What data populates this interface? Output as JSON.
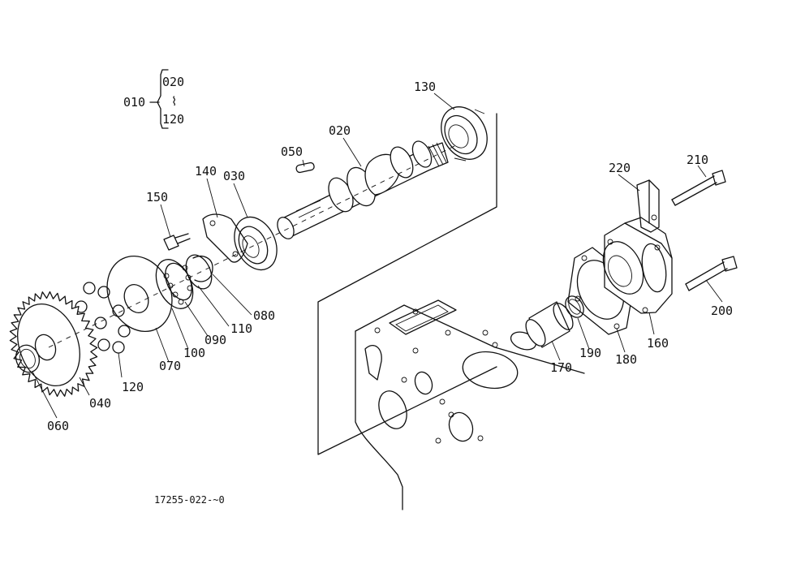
{
  "assembly_bracket": {
    "parent": "010",
    "top": "020",
    "bottom": "120",
    "tilde": "⌇"
  },
  "callouts": [
    {
      "id": "c130",
      "text": "130"
    },
    {
      "id": "c020",
      "text": "020"
    },
    {
      "id": "c050",
      "text": "050"
    },
    {
      "id": "c140",
      "text": "140"
    },
    {
      "id": "c030",
      "text": "030"
    },
    {
      "id": "c150",
      "text": "150"
    },
    {
      "id": "c080",
      "text": "080"
    },
    {
      "id": "c110",
      "text": "110"
    },
    {
      "id": "c090",
      "text": "090"
    },
    {
      "id": "c100",
      "text": "100"
    },
    {
      "id": "c070",
      "text": "070"
    },
    {
      "id": "c120",
      "text": "120"
    },
    {
      "id": "c040",
      "text": "040"
    },
    {
      "id": "c060",
      "text": "060"
    },
    {
      "id": "c220",
      "text": "220"
    },
    {
      "id": "c210",
      "text": "210"
    },
    {
      "id": "c200",
      "text": "200"
    },
    {
      "id": "c160",
      "text": "160"
    },
    {
      "id": "c180",
      "text": "180"
    },
    {
      "id": "c190",
      "text": "190"
    },
    {
      "id": "c170",
      "text": "170"
    }
  ],
  "figure_code": "17255-022-~0",
  "colors": {
    "ink": "#111111",
    "paper": "#ffffff"
  }
}
